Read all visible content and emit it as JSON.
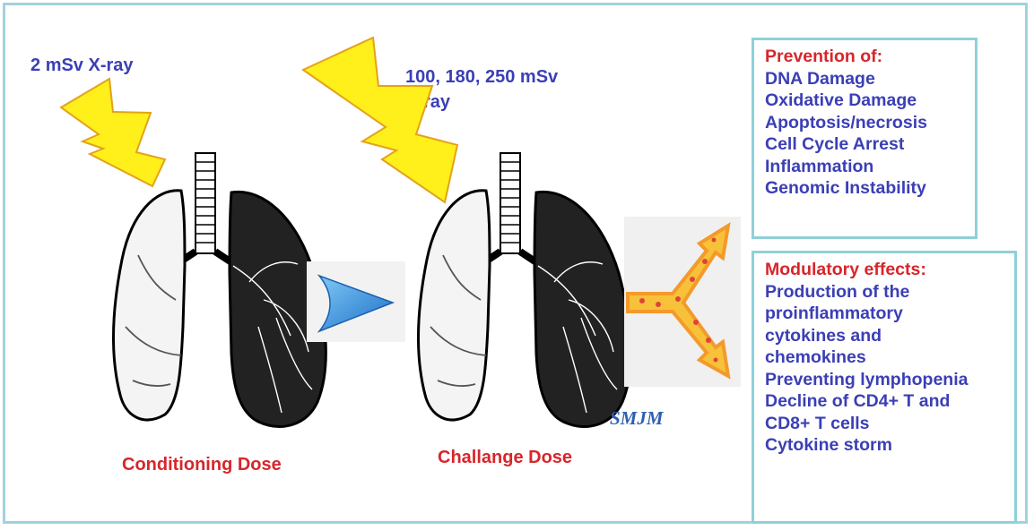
{
  "dose1": {
    "amount": "2",
    "unit": "mSv",
    "type": "X-ray"
  },
  "dose2": {
    "amounts": "100, 180, 250",
    "unit": "mSv",
    "type": "X-ray"
  },
  "captions": {
    "conditioning": "Conditioning Dose",
    "challenge": "Challange Dose"
  },
  "signature": "SMJM",
  "prevention_box": {
    "title": "Prevention of:",
    "items": [
      "DNA Damage",
      "Oxidative Damage",
      "Apoptosis/necrosis",
      "Cell Cycle Arrest",
      "Inflammation",
      "Genomic Instability"
    ]
  },
  "modulatory_box": {
    "title": "Modulatory effects:",
    "items": [
      "Production of the",
      "proinflammatory",
      "cytokines and",
      "chemokines",
      "Preventing lymphopenia",
      "Decline of CD4+ T and",
      "CD8+ T cells",
      "Cytokine storm"
    ]
  },
  "colors": {
    "title_red": "#d7262b",
    "text_blue": "#3b3fb5",
    "bolt_yellow": "#ffef1a",
    "bolt_outline": "#e3a21a",
    "arrow_blue": "#2f8fe0",
    "frame": "#9fd3dc",
    "fork_orange": "#f39a2a"
  },
  "icons": [
    "lightning-bolt-icon",
    "lungs-icon",
    "play-arrow-icon",
    "fork-arrow-icon"
  ]
}
